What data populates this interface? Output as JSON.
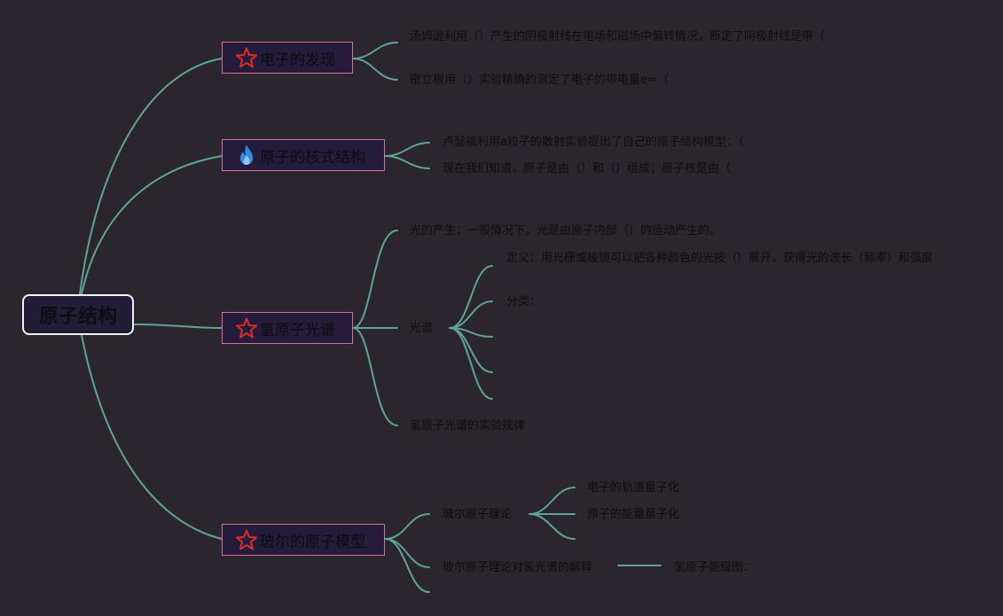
{
  "root": {
    "label": "原子结构"
  },
  "branches": {
    "b1": {
      "label": "电子的发现",
      "icon": "star-icon"
    },
    "b2": {
      "label": "原子的核式结构",
      "icon": "fire-icon"
    },
    "b3": {
      "label": "氢原子光谱",
      "icon": "star-icon"
    },
    "b4": {
      "label": "玻尔的原子模型",
      "icon": "star-icon"
    }
  },
  "leaves": {
    "b1_1": "汤姆逊利用（）产生的阴极射线在电场和磁场中偏转情况，断定了阴极射线是带（",
    "b1_2": "密立根用（）实验精确的测定了电子的带电量e=（",
    "b2_1": "卢瑟福利用a粒子的散射实验提出了自己的原子结构模型：（",
    "b2_2": "现在我们知道，原子是由（）和（）组成；原子核是由（",
    "b3_1": "光的产生：一般情况下，光是由原子内部（）的运动产生的。",
    "b3_2": "光谱",
    "b3_2_1": "定义：用光栅或棱镜可以把各种颜色的光按（）展开，获得光的波长（频率）和强度",
    "b3_2_2": "分类：",
    "b3_3": "氢原子光谱的实验规律",
    "b4_1": "玻尔原子理论",
    "b4_1_1": "电子的轨道量子化",
    "b4_1_2": "原子的能量量子化",
    "b4_2": "玻尔原子理论对氢光谱的解释",
    "b4_2_1": "氢原子能级图："
  },
  "colors": {
    "background": "#2b262d",
    "connector": "#5fa396",
    "branch_border": "#d76e9c",
    "branch_fill": "#241c3a",
    "root_border": "#f2f2f2",
    "star": "#e02a2a"
  }
}
